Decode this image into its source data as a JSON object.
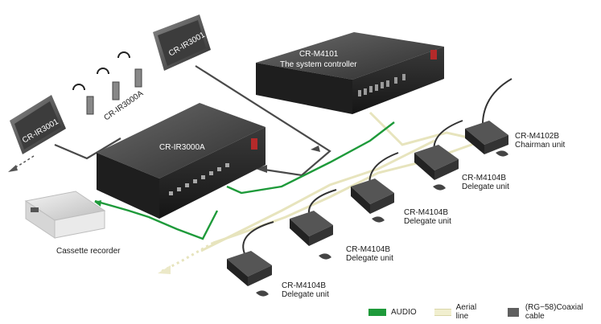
{
  "devices": {
    "controller": {
      "model": "CR-M4101",
      "role": "The system controller"
    },
    "ir_transmitter": {
      "model": "CR-IR3000A"
    },
    "radiator_top": {
      "model": "CR-IR3001"
    },
    "radiator_left": {
      "model": "CR-IR3001"
    },
    "receivers_label": "CR-IR3000A",
    "recorder": {
      "name": "Cassette recorder"
    }
  },
  "units": [
    {
      "model": "CR-M4102B",
      "role": "Chairman unit"
    },
    {
      "model": "CR-M4104B",
      "role": "Delegate unit"
    },
    {
      "model": "CR-M4104B",
      "role": "Delegate unit"
    },
    {
      "model": "CR-M4104B",
      "role": "Delegate unit"
    },
    {
      "model": "CR-M4104B",
      "role": "Delegate unit"
    }
  ],
  "legend": {
    "audio": "AUDIO",
    "aerial": "Aerial line",
    "coax": "(RG−58)Coaxial cable"
  },
  "colors": {
    "audio": "#1e9a3a",
    "aerial": "#f1efcf",
    "coax": "#5f5f5f"
  }
}
